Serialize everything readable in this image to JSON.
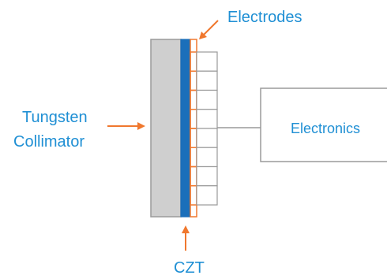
{
  "labels": {
    "electrodes": "Electrodes",
    "collimator_line1": "Tungsten",
    "collimator_line2": "Collimator",
    "czt": "CZT",
    "electronics": "Electronics"
  },
  "electrode_count": 8,
  "colors": {
    "label_text": "#1f8fd4",
    "arrow": "#f0782e",
    "collimator_fill": "#cfcfcf",
    "czt_fill": "#1b6fba",
    "electrode_stroke": "#f0782e",
    "wire": "#9a9a9a",
    "outline": "#9a9a9a",
    "electronics_text": "#1f8fd4"
  }
}
